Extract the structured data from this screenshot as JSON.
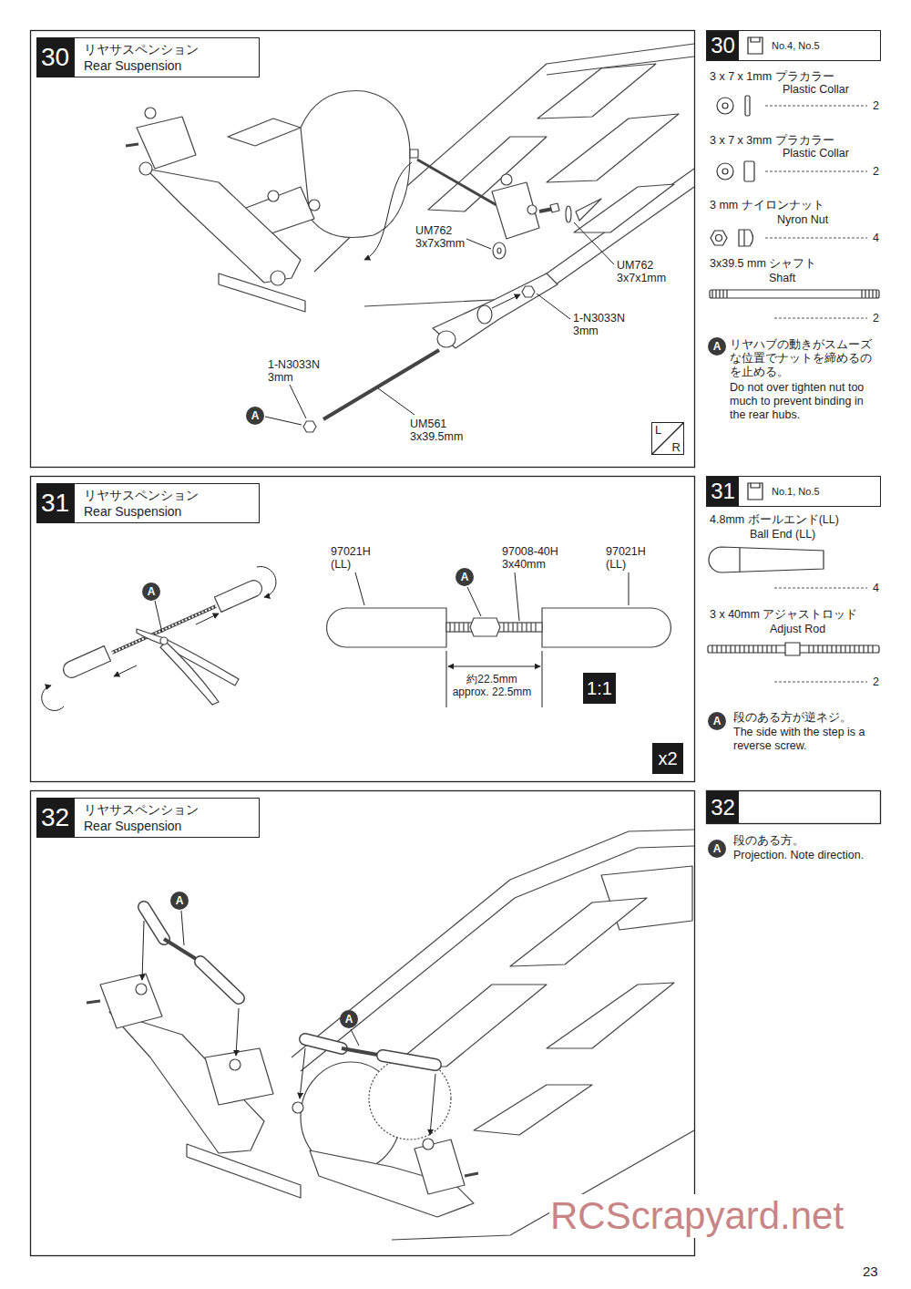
{
  "diagram": {
    "nodes": [
      {
        "text": [
          "30"
        ]
      },
      {
        "text": [
          "リヤサスペンション",
          "Rear Suspension"
        ]
      },
      {
        "text": [
          "A"
        ]
      },
      {
        "text": [
          "L",
          "R"
        ]
      },
      {
        "text": [
          "No.4, No.5"
        ]
      },
      {
        "text": [
          "30"
        ],
        "in": 4
      },
      {
        "text": [
          "A"
        ]
      },
      {
        "text": [
          "31"
        ]
      },
      {
        "text": [
          "リヤサスペンション",
          "Rear Suspension"
        ]
      },
      {
        "text": [
          "A"
        ]
      },
      {
        "text": [
          "A"
        ]
      },
      {
        "text": [
          "1:1"
        ]
      },
      {
        "text": [
          "x2"
        ]
      },
      {
        "text": [
          "No.1, No.5"
        ]
      },
      {
        "text": [
          "31"
        ],
        "in": 13
      },
      {
        "text": [
          "A"
        ]
      },
      {
        "text": [
          "32"
        ]
      },
      {
        "text": [
          "リヤサスペンション",
          "Rear Suspension"
        ]
      },
      {
        "text": [
          "A"
        ]
      },
      {
        "text": [
          "A"
        ]
      },
      {
        "text": [
          "32"
        ]
      },
      {
        "text": [
          "A"
        ]
      }
    ],
    "labels": [
      "UM762",
      "3x7x3mm",
      "UM762",
      "3x7x1mm",
      "1-N3033N",
      "3mm",
      "1-N3033N",
      "3mm",
      "UM561",
      "3x39.5mm",
      "3 x 7 x 1mm プラカラー",
      "Plastic Collar",
      "2",
      "3 x 7 x 3mm プラカラー",
      "Plastic Collar",
      "2",
      "3 mm ナイロンナット",
      "Nyron Nut",
      "4",
      "3x39.5 mm シャフト",
      "Shaft",
      "2",
      "リヤハブの動きがスムーズな位置でナットを締めるのを止める。",
      "Do not over tighten nut too much to prevent binding in the rear hubs.",
      "97021H",
      "(LL)",
      "97008-40H",
      "3x40mm",
      "97021H",
      "(LL)",
      "約22.5mm",
      "approx. 22.5mm",
      "4.8mm ボールエンド(LL)",
      "Ball End (LL)",
      "4",
      "3 x 40mm アジャストロッド",
      "Adjust Rod",
      "2",
      "段のある方が逆ネジ。",
      "The side with the step is a reverse screw.",
      "段のある方。",
      "Projection. Note direction.",
      "RCScrapyard.net",
      "23"
    ]
  }
}
